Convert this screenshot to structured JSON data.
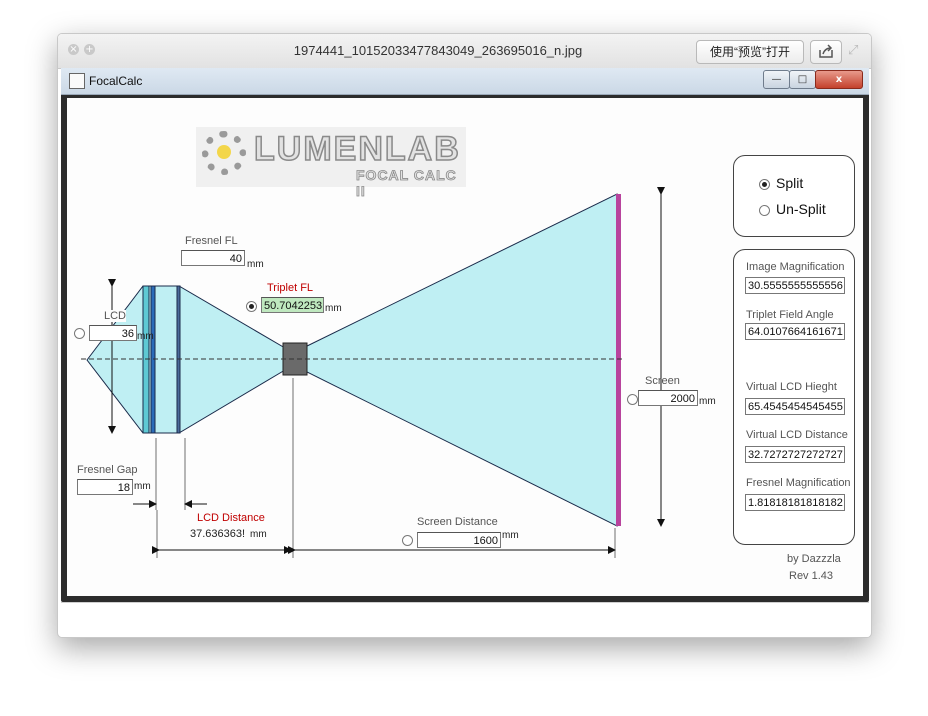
{
  "viewer": {
    "filename": "1974441_10152033477843049_263695016_n.jpg",
    "open_button": "使用“预览”打开",
    "close_glyph": "×",
    "zoom_glyph": "+",
    "expand_glyph": "⤢"
  },
  "window": {
    "title": "FocalCalc",
    "minimize": "—",
    "maximize": "□",
    "close": "x"
  },
  "logo": {
    "brand": "LUMENLAB",
    "product": "FOCAL CALC II"
  },
  "colors": {
    "beam": "#bfeff3",
    "screen": "#b8439d",
    "accent_red": "#c00000",
    "green_field": "#bfe8bf"
  },
  "fresnel_fl": {
    "label": "Fresnel FL",
    "value": "40",
    "unit": "mm"
  },
  "triplet_fl": {
    "label": "Triplet FL",
    "value": "50.7042253!",
    "unit": "mm",
    "selected": true
  },
  "lcd": {
    "label": "LCD",
    "value": "36",
    "unit": "mm",
    "selected": false
  },
  "fresnel_gap": {
    "label": "Fresnel Gap",
    "value": "18",
    "unit": "mm"
  },
  "lcd_distance": {
    "label": "LCD Distance",
    "value": "37.636363!",
    "unit": "mm"
  },
  "screen_distance": {
    "label": "Screen Distance",
    "value": "1600",
    "unit": "mm",
    "selected": false
  },
  "screen": {
    "label": "Screen",
    "value": "2000",
    "unit": "mm",
    "selected": false
  },
  "mode": {
    "split": "Split",
    "unsplit": "Un-Split",
    "selected": "split"
  },
  "results": [
    {
      "label": "Image Magnification",
      "value": "30.5555555555556"
    },
    {
      "label": "Triplet Field Angle",
      "value": "64.0107664161671"
    },
    {
      "label": "Virtual LCD Hieght",
      "value": "65.4545454545455"
    },
    {
      "label": "Virtual LCD Distance",
      "value": "32.7272727272727"
    },
    {
      "label": "Fresnel Magnification",
      "value": "1.81818181818182"
    }
  ],
  "credit": {
    "author": "by Dazzzla",
    "revision": "Rev 1.43"
  }
}
